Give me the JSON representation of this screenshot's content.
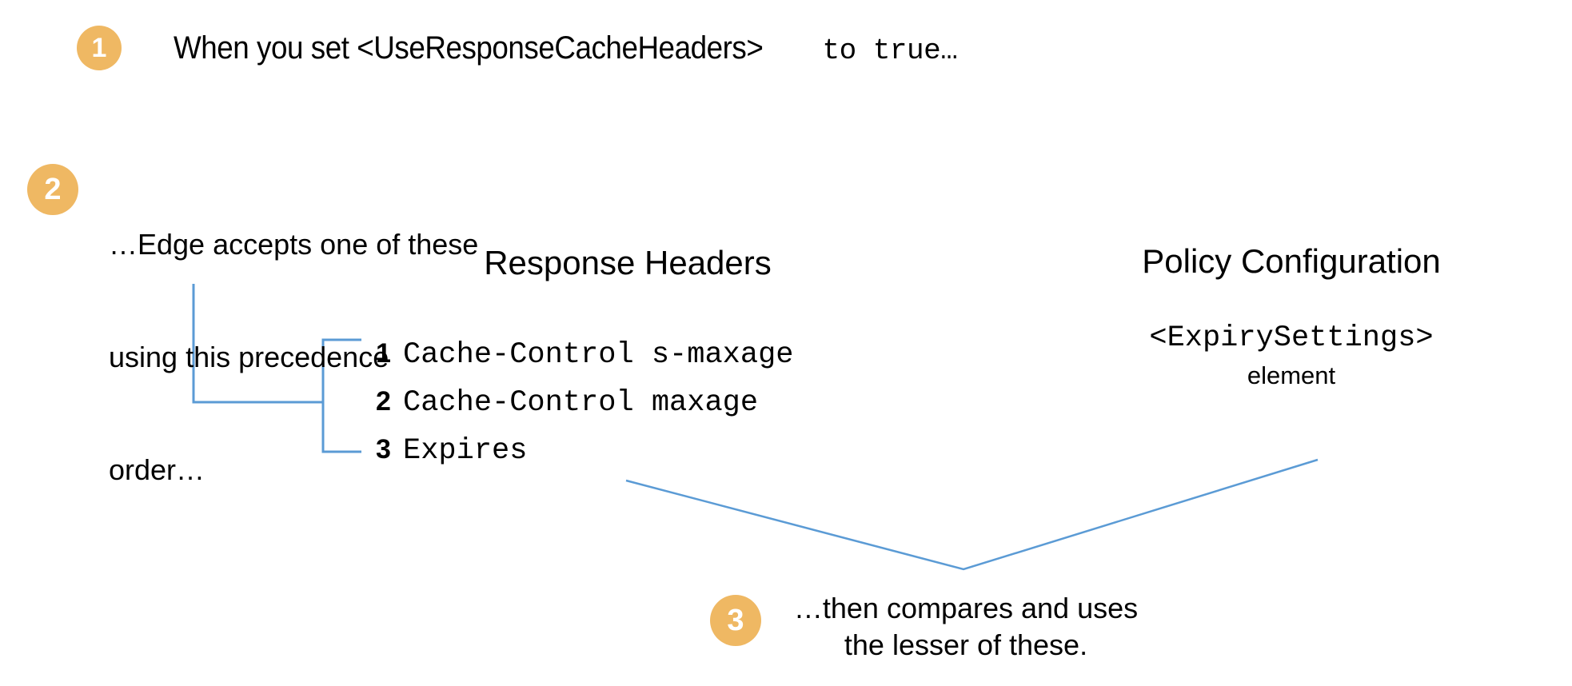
{
  "palette": {
    "badge_fill": "#efb863",
    "badge_text": "#ffffff",
    "connector_line": "#5b9bd5",
    "background": "#ffffff",
    "text": "#000000"
  },
  "steps": [
    {
      "number": "1",
      "text_plain": "When you set <UseResponseCacheHeaders> to true...",
      "segment_sans": "When you set <UseResponseCacheHeaders>",
      "segment_mono": "to true…"
    },
    {
      "number": "2",
      "lines": [
        "…Edge accepts one of these",
        "using this precedence",
        "order…"
      ]
    },
    {
      "number": "3",
      "lines": [
        "…then compares and uses",
        "the lesser of these."
      ]
    }
  ],
  "columns": {
    "response_headers": {
      "heading": "Response Headers",
      "items": [
        {
          "rank": "1",
          "name": "Cache-Control s-maxage"
        },
        {
          "rank": "2",
          "name": "Cache-Control maxage"
        },
        {
          "rank": "3",
          "name": "Expires"
        }
      ]
    },
    "policy_configuration": {
      "heading": "Policy Configuration",
      "element_tag": "<ExpirySettings>",
      "element_word": "element"
    }
  },
  "connectors": {
    "step2_elbow": "vertical drop from step 2 text into horizontal feed line",
    "list_bracket": "square bracket grouping the three response header rows",
    "comparison_v": "V shaped join from response header list and policy element down to step 3"
  }
}
